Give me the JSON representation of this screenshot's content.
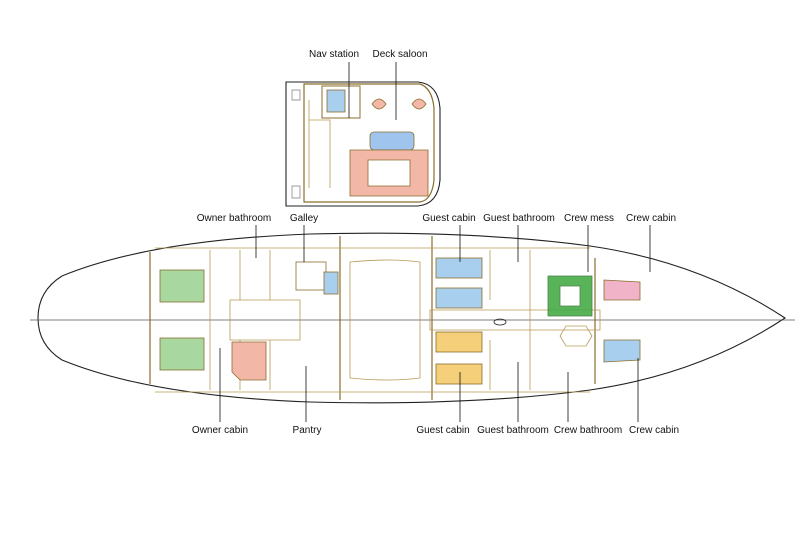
{
  "labels": {
    "nav_station": "Nav station",
    "deck_saloon": "Deck saloon",
    "owner_bathroom": "Owner bathroom",
    "galley": "Galley",
    "guest_cabin_top": "Guest cabin",
    "guest_bathroom_top": "Guest bathroom",
    "crew_mess": "Crew mess",
    "crew_cabin_top": "Crew cabin",
    "owner_cabin": "Owner cabin",
    "pantry": "Pantry",
    "guest_cabin_bottom": "Guest cabin",
    "guest_bathroom_bottom": "Guest bathroom",
    "crew_bathroom": "Crew bathroom",
    "crew_cabin_bottom": "Crew cabin"
  },
  "colors": {
    "background": "#ffffff",
    "wall": "#8a6d2c",
    "hull": "#222222",
    "owner_bed": "#a8d8a0",
    "guest_bed_blue": "#a9cfee",
    "guest_bed_orange": "#f6cf7a",
    "crew_mess_seat": "#3da83d",
    "crew_bed_pink": "#f0b3c8",
    "crew_bed_blue": "#a9cfee",
    "saloon_sofa": "#f3b7a8",
    "saloon_table": "#9fc4ee"
  }
}
